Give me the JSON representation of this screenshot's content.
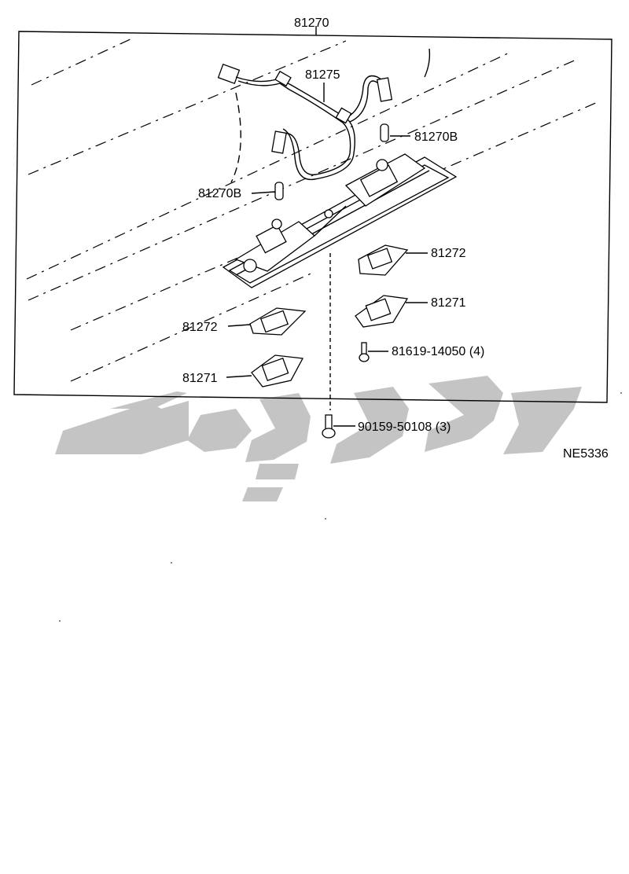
{
  "diagram": {
    "assembly_label": "81270",
    "wire_harness_label": "81275",
    "bulb_labels": [
      "81270B",
      "81270B"
    ],
    "gasket_labels": [
      "81272",
      "81272"
    ],
    "lens_labels": [
      "81271",
      "81271"
    ],
    "screw_small_label": "81619-14050 (4)",
    "screw_mount_label": "90159-50108 (3)",
    "figure_code": "NE5336"
  },
  "watermark": {
    "glyphs": "تویوتا",
    "color": "#c4c4c4"
  }
}
